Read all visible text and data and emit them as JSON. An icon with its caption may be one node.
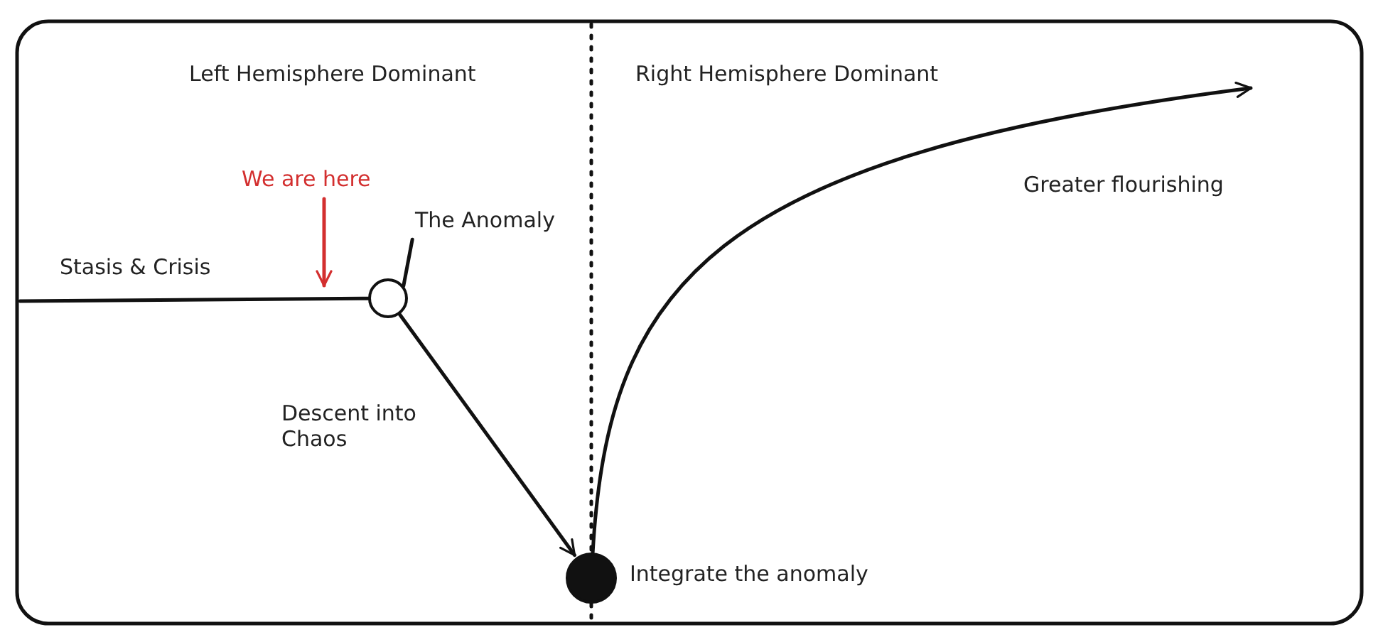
{
  "diagram": {
    "nodes": [
      {
        "text": [],
        "shape": "circle"
      },
      {
        "text": [
          "The Anomaly"
        ]
      },
      {
        "text": [],
        "shape": "circle",
        "beside": [
          "Integrate the anomaly"
        ]
      },
      {
        "text": [
          "We are here"
        ]
      }
    ],
    "edges": [
      {
        "from": null,
        "to": 0,
        "arrow": "none",
        "label": "Stasis & Crisis"
      },
      {
        "from": 0,
        "to": 2,
        "arrow": "to",
        "label": "Descent into Chaos"
      },
      {
        "from": 2,
        "to": null,
        "arrow": "to",
        "label": "Greater flourishing"
      },
      {
        "from": 1,
        "to": 0,
        "arrow": "none"
      },
      {
        "from": 3,
        "to": null,
        "arrow": "to",
        "color": "#d32f2f"
      }
    ],
    "labels": [
      "Left Hemisphere Dominant",
      "Right Hemisphere Dominant"
    ]
  }
}
